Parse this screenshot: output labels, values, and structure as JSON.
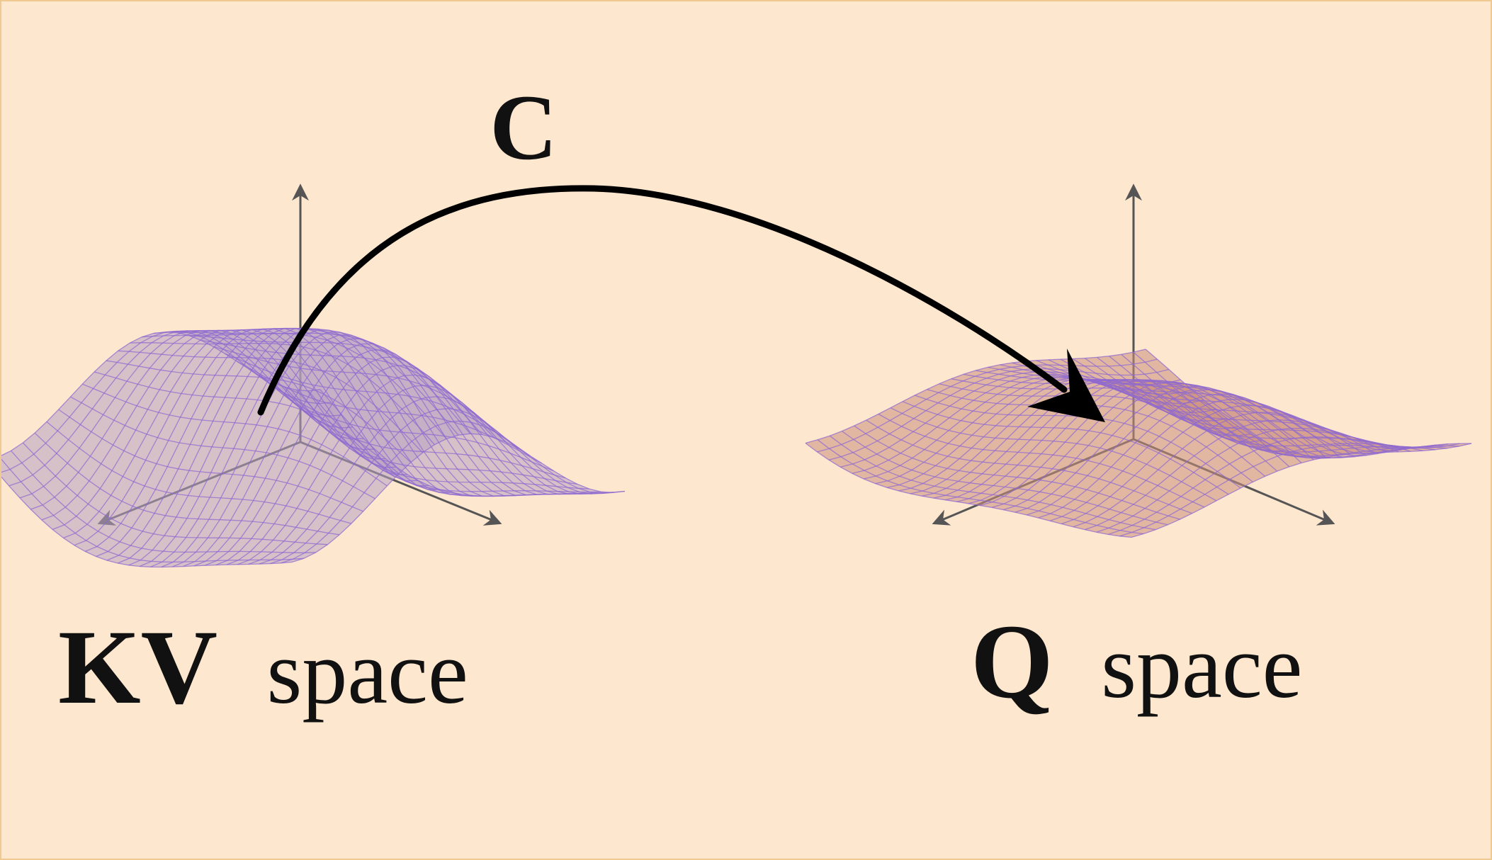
{
  "diagram": {
    "mapping_label": "C",
    "kv_label": {
      "bold": "KV",
      "rest": "space"
    },
    "q_label": {
      "bold": "Q",
      "rest": "space"
    }
  },
  "colors": {
    "background": "#fde7cf",
    "border": "#efc98f",
    "axis": "#555555",
    "arrow": "#000000",
    "kv_surface": "#b8a3c3",
    "q_surface": "#cc8f7d",
    "mesh": "#8f6ad0"
  },
  "icons": {
    "kv_surface": "wavy-surface-icon",
    "q_surface": "wavy-surface-icon",
    "mapping_arrow": "curved-arrow-icon"
  }
}
